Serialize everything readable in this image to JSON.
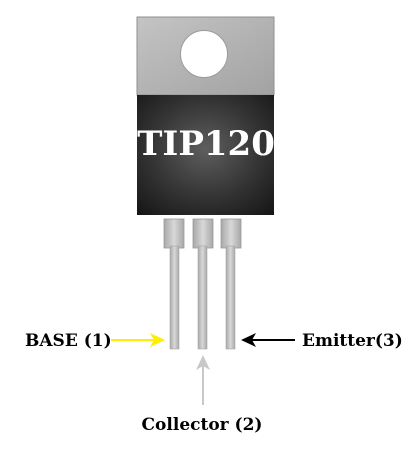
{
  "component": {
    "part_number": "TIP120",
    "package": "TO-220"
  },
  "pins": {
    "base": {
      "label": "BASE (1)",
      "arrow_color": "#ffee00"
    },
    "collector": {
      "label": "Collector (2)",
      "arrow_color": "#c8c8c8"
    },
    "emitter": {
      "label": "Emitter(3)",
      "arrow_color": "#000000"
    }
  }
}
